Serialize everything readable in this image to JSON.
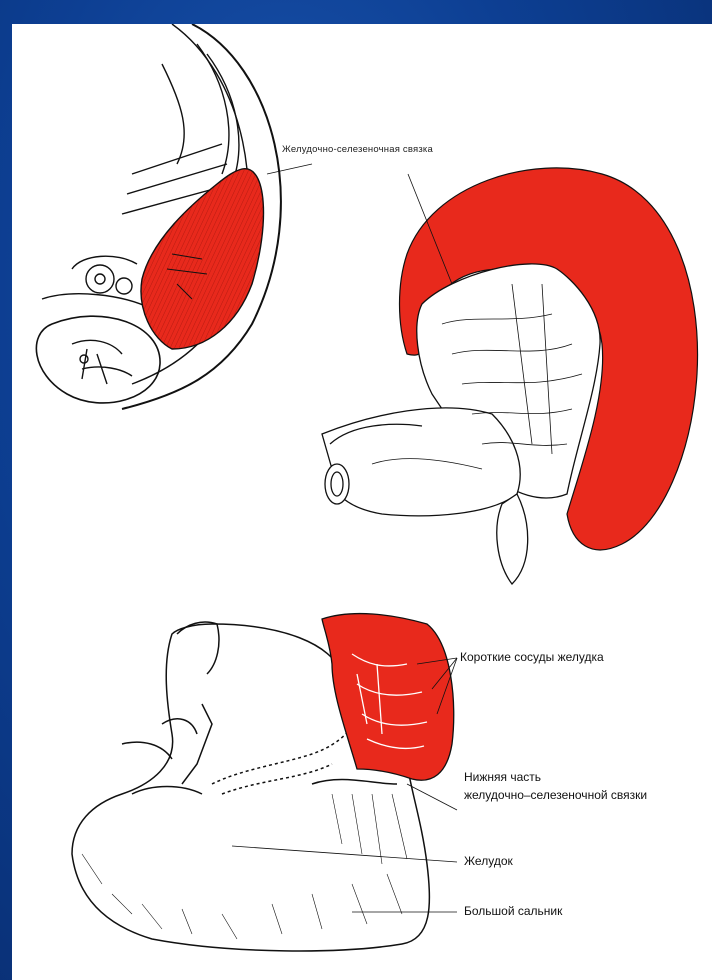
{
  "colors": {
    "background": "#0d3f93",
    "panel": "#ffffff",
    "spleen": "#e8291c",
    "line": "#111111"
  },
  "labels": {
    "gastrosplenic_ligament": "Желудочно-селезеночная связка",
    "short_gastric_vessels": "Короткие сосуды желудка",
    "lower_part_line1": "Нижняя часть",
    "lower_part_line2": "желудочно–селезеночной связки",
    "stomach": "Желудок",
    "greater_omentum": "Большой сальник"
  }
}
